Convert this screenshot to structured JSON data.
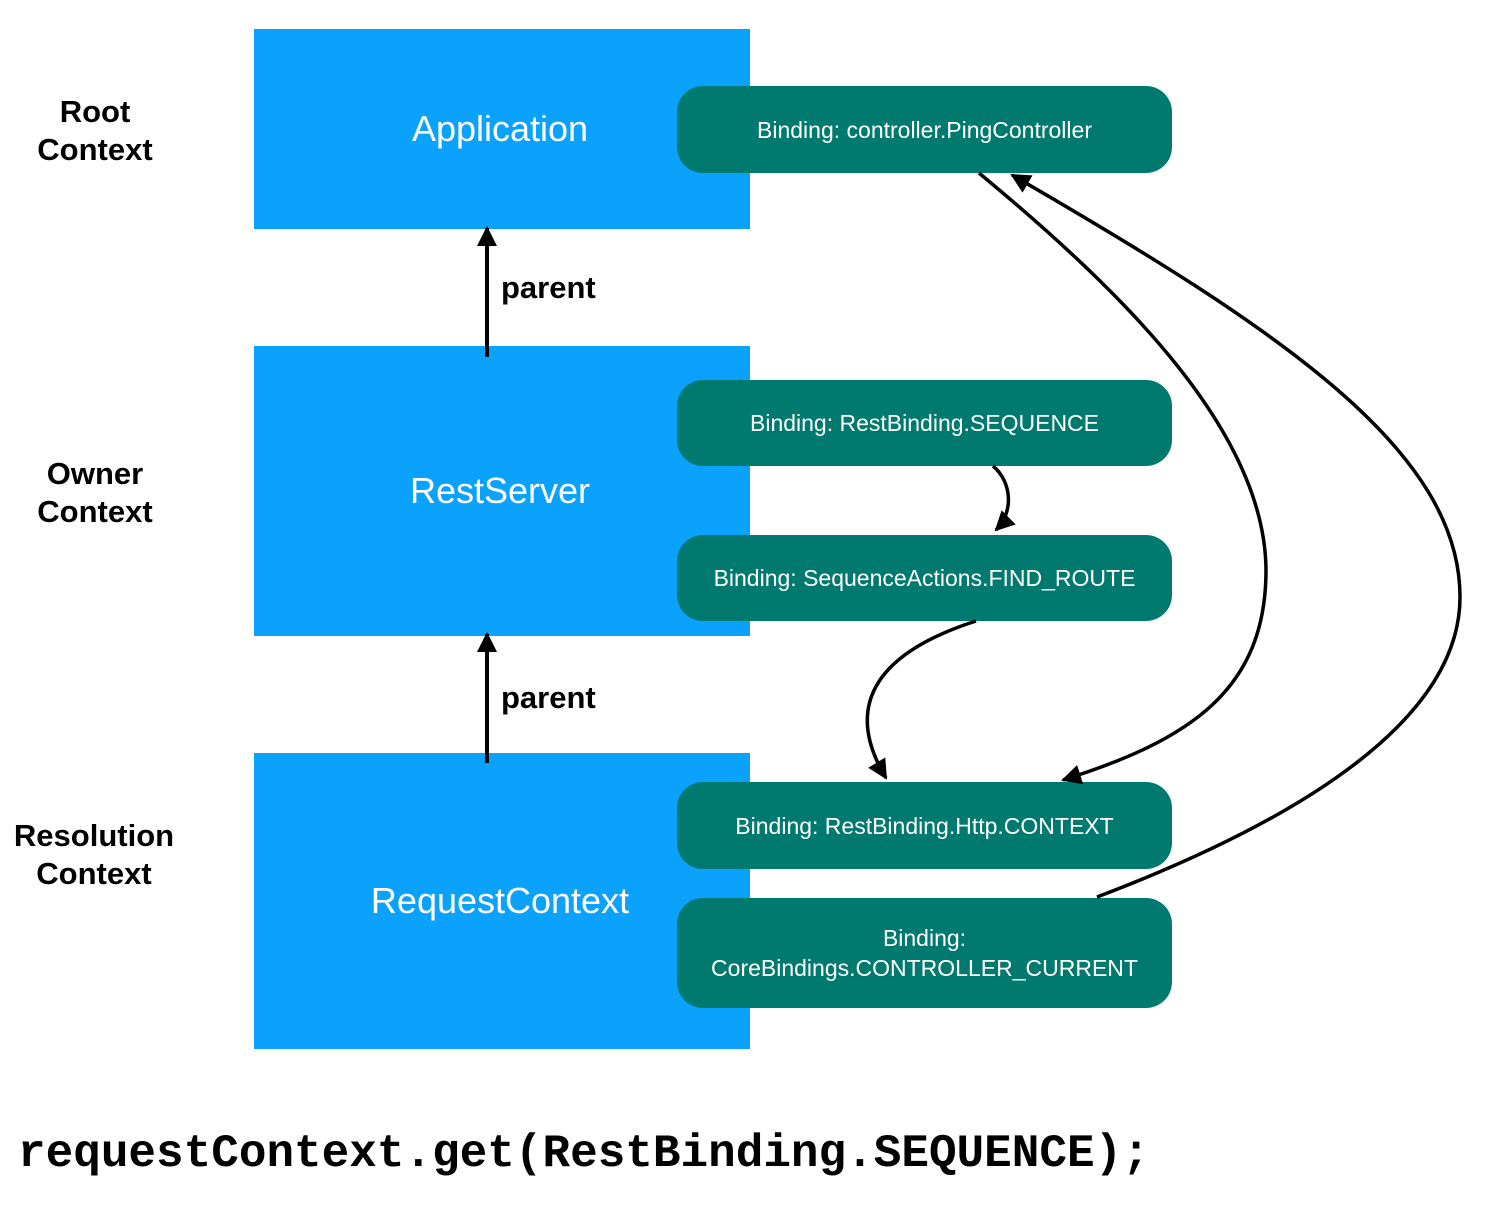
{
  "context_labels": {
    "root": [
      "Root",
      "Context"
    ],
    "owner": [
      "Owner",
      "Context"
    ],
    "resolution": [
      "Resolution",
      "Context"
    ]
  },
  "contexts": {
    "application": "Application",
    "rest_server": "RestServer",
    "request_context": "RequestContext"
  },
  "bindings": {
    "ping_controller": [
      "Binding: controller.PingController"
    ],
    "rest_sequence": [
      "Binding: RestBinding.SEQUENCE"
    ],
    "find_route": [
      "Binding: SequenceActions.FIND_ROUTE"
    ],
    "http_context": [
      "Binding: RestBinding.Http.CONTEXT"
    ],
    "controller_current": [
      "Binding:",
      "CoreBindings.CONTROLLER_CURRENT"
    ]
  },
  "edges": {
    "parent_upper": "parent",
    "parent_lower": "parent"
  },
  "code": "requestContext.get(RestBinding.SEQUENCE);",
  "colors": {
    "context_box": "#0aa2fd",
    "binding_box": "#00796f",
    "arrow": "#000000"
  }
}
